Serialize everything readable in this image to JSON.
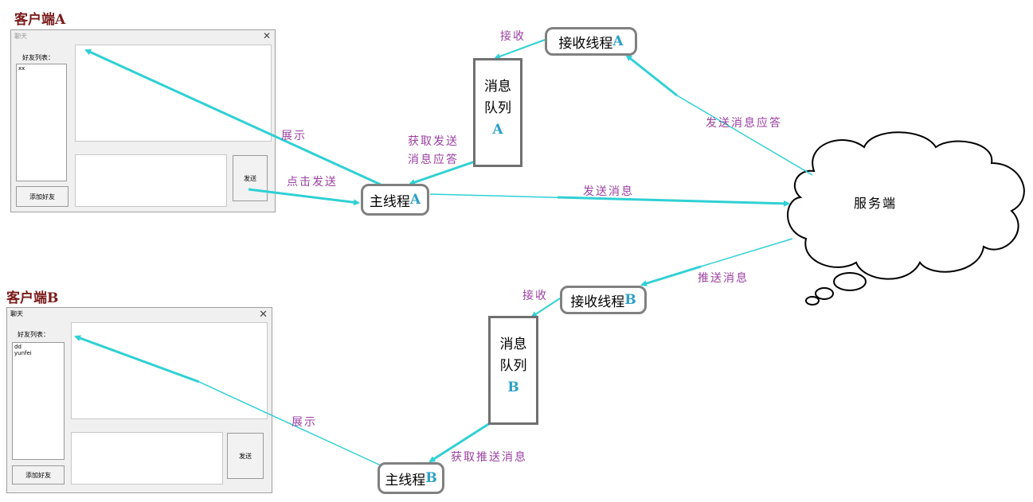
{
  "clientA": {
    "title": "客户端A",
    "window_title": "聊天",
    "close": "✕",
    "friends_label": "好友列表：",
    "friends": [
      "xx"
    ],
    "add_friend": "添加好友",
    "send": "发送"
  },
  "clientB": {
    "title": "客户端B",
    "window_title": "聊天",
    "close": "✕",
    "friends_label": "好友列表：",
    "friends": [
      "dd",
      "yunfei"
    ],
    "add_friend": "添加好友",
    "send": "发送"
  },
  "nodes": {
    "recvA_main": "接收线程",
    "recvA_suffix": "A",
    "queueA_l1": "消息",
    "queueA_l2": "队列",
    "queueA_suffix": "A",
    "mainA_main": "主线程",
    "mainA_suffix": "A",
    "recvB_main": "接收线程",
    "recvB_suffix": "B",
    "queueB_l1": "消息",
    "queueB_l2": "队列",
    "queueB_suffix": "B",
    "mainB_main": "主线程",
    "mainB_suffix": "B",
    "server": "服务端"
  },
  "labels": {
    "recvA": "接收",
    "showA": "展示",
    "getRespA_1": "获取发送",
    "getRespA_2": "消息应答",
    "clickSend": "点击发送",
    "sendMsg": "发送消息",
    "sendResp": "发送消息应答",
    "pushMsg": "推送消息",
    "recvB": "接收",
    "showB": "展示",
    "getPushB": "获取推送消息"
  },
  "colors": {
    "arrow": "#2fd0d4",
    "client_title": "#7a1b1b",
    "label": "#9b3fa2",
    "suffix": "#2aa0c8"
  }
}
